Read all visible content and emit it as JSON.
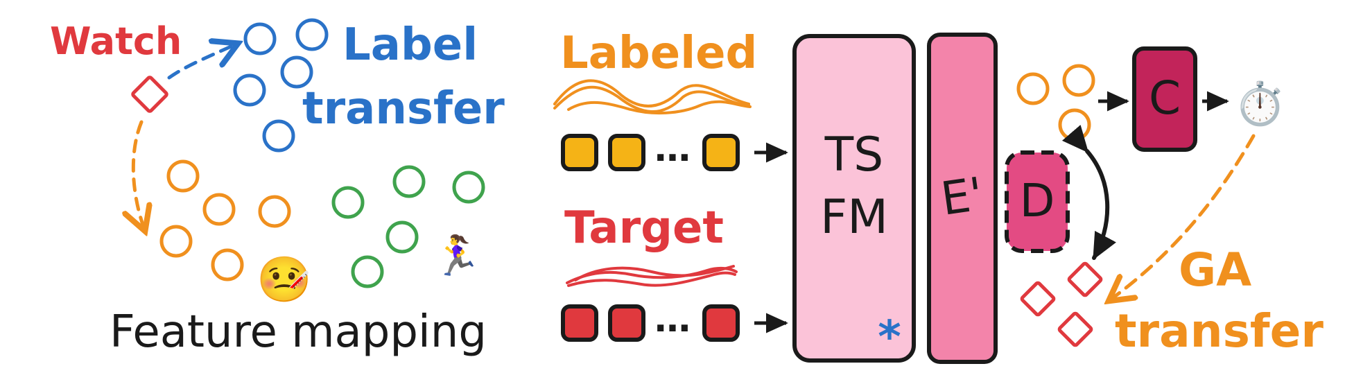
{
  "labels": {
    "watch": "Watch",
    "label_transfer_1": "Label",
    "label_transfer_2": "transfer",
    "feature_mapping": "Feature mapping",
    "labeled": "Labeled",
    "target": "Target",
    "ellipsis": "…",
    "tsfm_1": "TS",
    "tsfm_2": "FM",
    "asterisk": "*",
    "e_prime": "E'",
    "d": "D",
    "c": "C",
    "ga_1": "GA",
    "ga_2": "transfer"
  },
  "icons": {
    "sick_face": "🤒",
    "runner": "🏃‍♀️",
    "stopwatch": "⏱️"
  },
  "colors": {
    "red": "#e0393e",
    "blue": "#2a72c8",
    "orange": "#f0901e",
    "green": "#3fa34d",
    "yellow_fill": "#f5b316",
    "red_fill": "#e0393e",
    "pink_light": "#fbc3d8",
    "pink_mid": "#f384aa",
    "pink_d": "#e34b83",
    "magenta_c": "#c2245a",
    "ink": "#1a1a1a"
  }
}
